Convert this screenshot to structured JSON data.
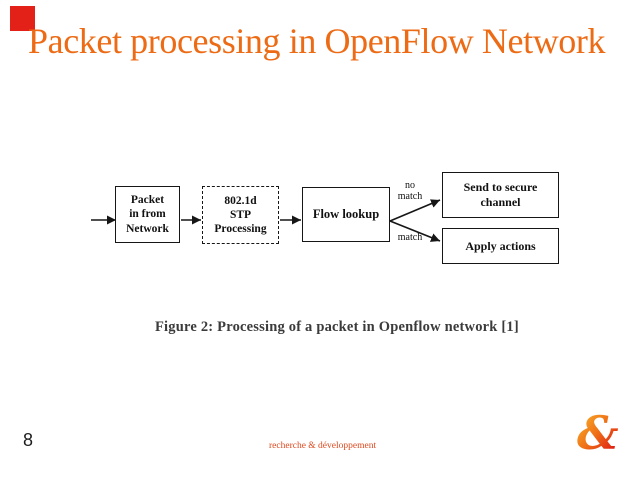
{
  "slide": {
    "title": "Packet processing in OpenFlow Network",
    "caption": "Figure 2: Processing of a packet in Openflow network [1]",
    "page_number": "8",
    "footer_text": "recherche & développement",
    "ampersand_logo": "&"
  },
  "diagram": {
    "nodes": [
      {
        "id": "packet-in",
        "label": "Packet\nin from\nNetwork",
        "border": "solid"
      },
      {
        "id": "stp-processing",
        "label": "802.1d\nSTP\nProcessing",
        "border": "dashed"
      },
      {
        "id": "flow-lookup",
        "label": "Flow lookup",
        "border": "solid"
      },
      {
        "id": "send-secure",
        "label": "Send to secure\nchannel",
        "border": "solid"
      },
      {
        "id": "apply-actions",
        "label": "Apply actions",
        "border": "solid"
      }
    ],
    "edges": [
      {
        "from": "input",
        "to": "packet-in",
        "label": ""
      },
      {
        "from": "packet-in",
        "to": "stp-processing",
        "label": ""
      },
      {
        "from": "stp-processing",
        "to": "flow-lookup",
        "label": ""
      },
      {
        "from": "flow-lookup",
        "to": "send-secure",
        "label": "no\nmatch"
      },
      {
        "from": "flow-lookup",
        "to": "apply-actions",
        "label": "match"
      }
    ]
  },
  "colors": {
    "title_orange": "#ed6b15",
    "corner_square_red": "#e32119",
    "footer_red": "#df4a1f",
    "caption_gray": "#3b3b3b",
    "diagram_ink": "#161616",
    "amp_gradient_start": "#f9b02a",
    "amp_gradient_end": "#e02313"
  }
}
